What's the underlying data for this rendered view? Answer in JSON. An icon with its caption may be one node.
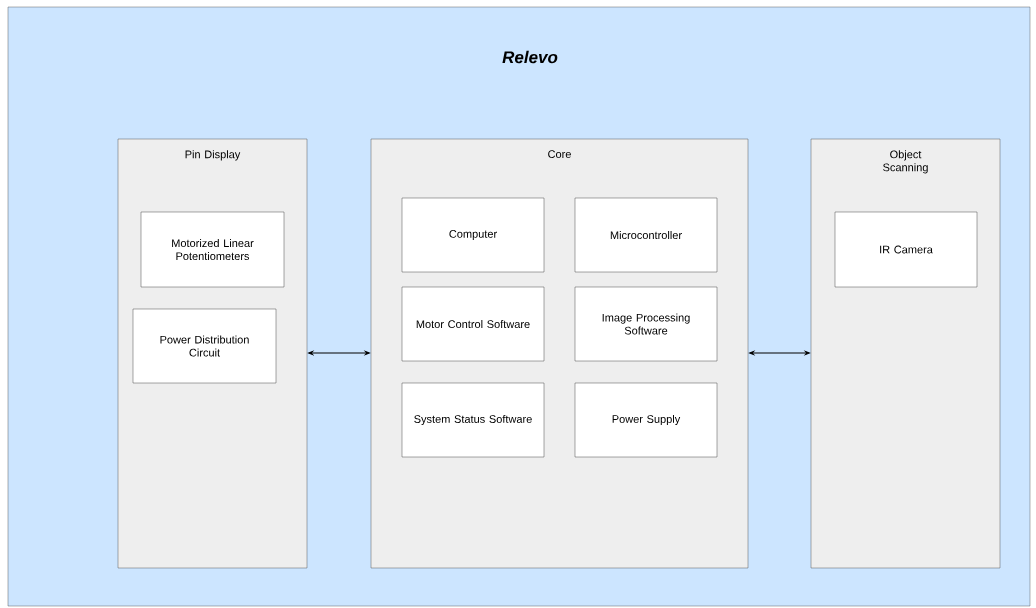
{
  "diagram": {
    "title": "*Relevo*",
    "nodes": [
      {
        "text": [
          "Pin Display"
        ]
      },
      {
        "text": [
          "Motorized Linear Potentiometers"
        ],
        "in": 0
      },
      {
        "text": [
          "Power Distribution Circuit"
        ],
        "in": 0
      },
      {
        "text": [
          "Core"
        ]
      },
      {
        "text": [
          "Computer"
        ],
        "in": 3
      },
      {
        "text": [
          "Microcontroller"
        ],
        "in": 3
      },
      {
        "text": [
          "Motor Control Software"
        ],
        "in": 3
      },
      {
        "text": [
          "Image Processing Software"
        ],
        "in": 3
      },
      {
        "text": [
          "System Status Software"
        ],
        "in": 3
      },
      {
        "text": [
          "Power Supply"
        ],
        "in": 3
      },
      {
        "text": [
          "Object Scanning"
        ]
      },
      {
        "text": [
          "IR Camera"
        ],
        "in": 10
      }
    ],
    "edges": [
      {
        "from": 0,
        "to": 3,
        "arrow": "both"
      },
      {
        "from": 3,
        "to": 10,
        "arrow": "both"
      }
    ]
  }
}
